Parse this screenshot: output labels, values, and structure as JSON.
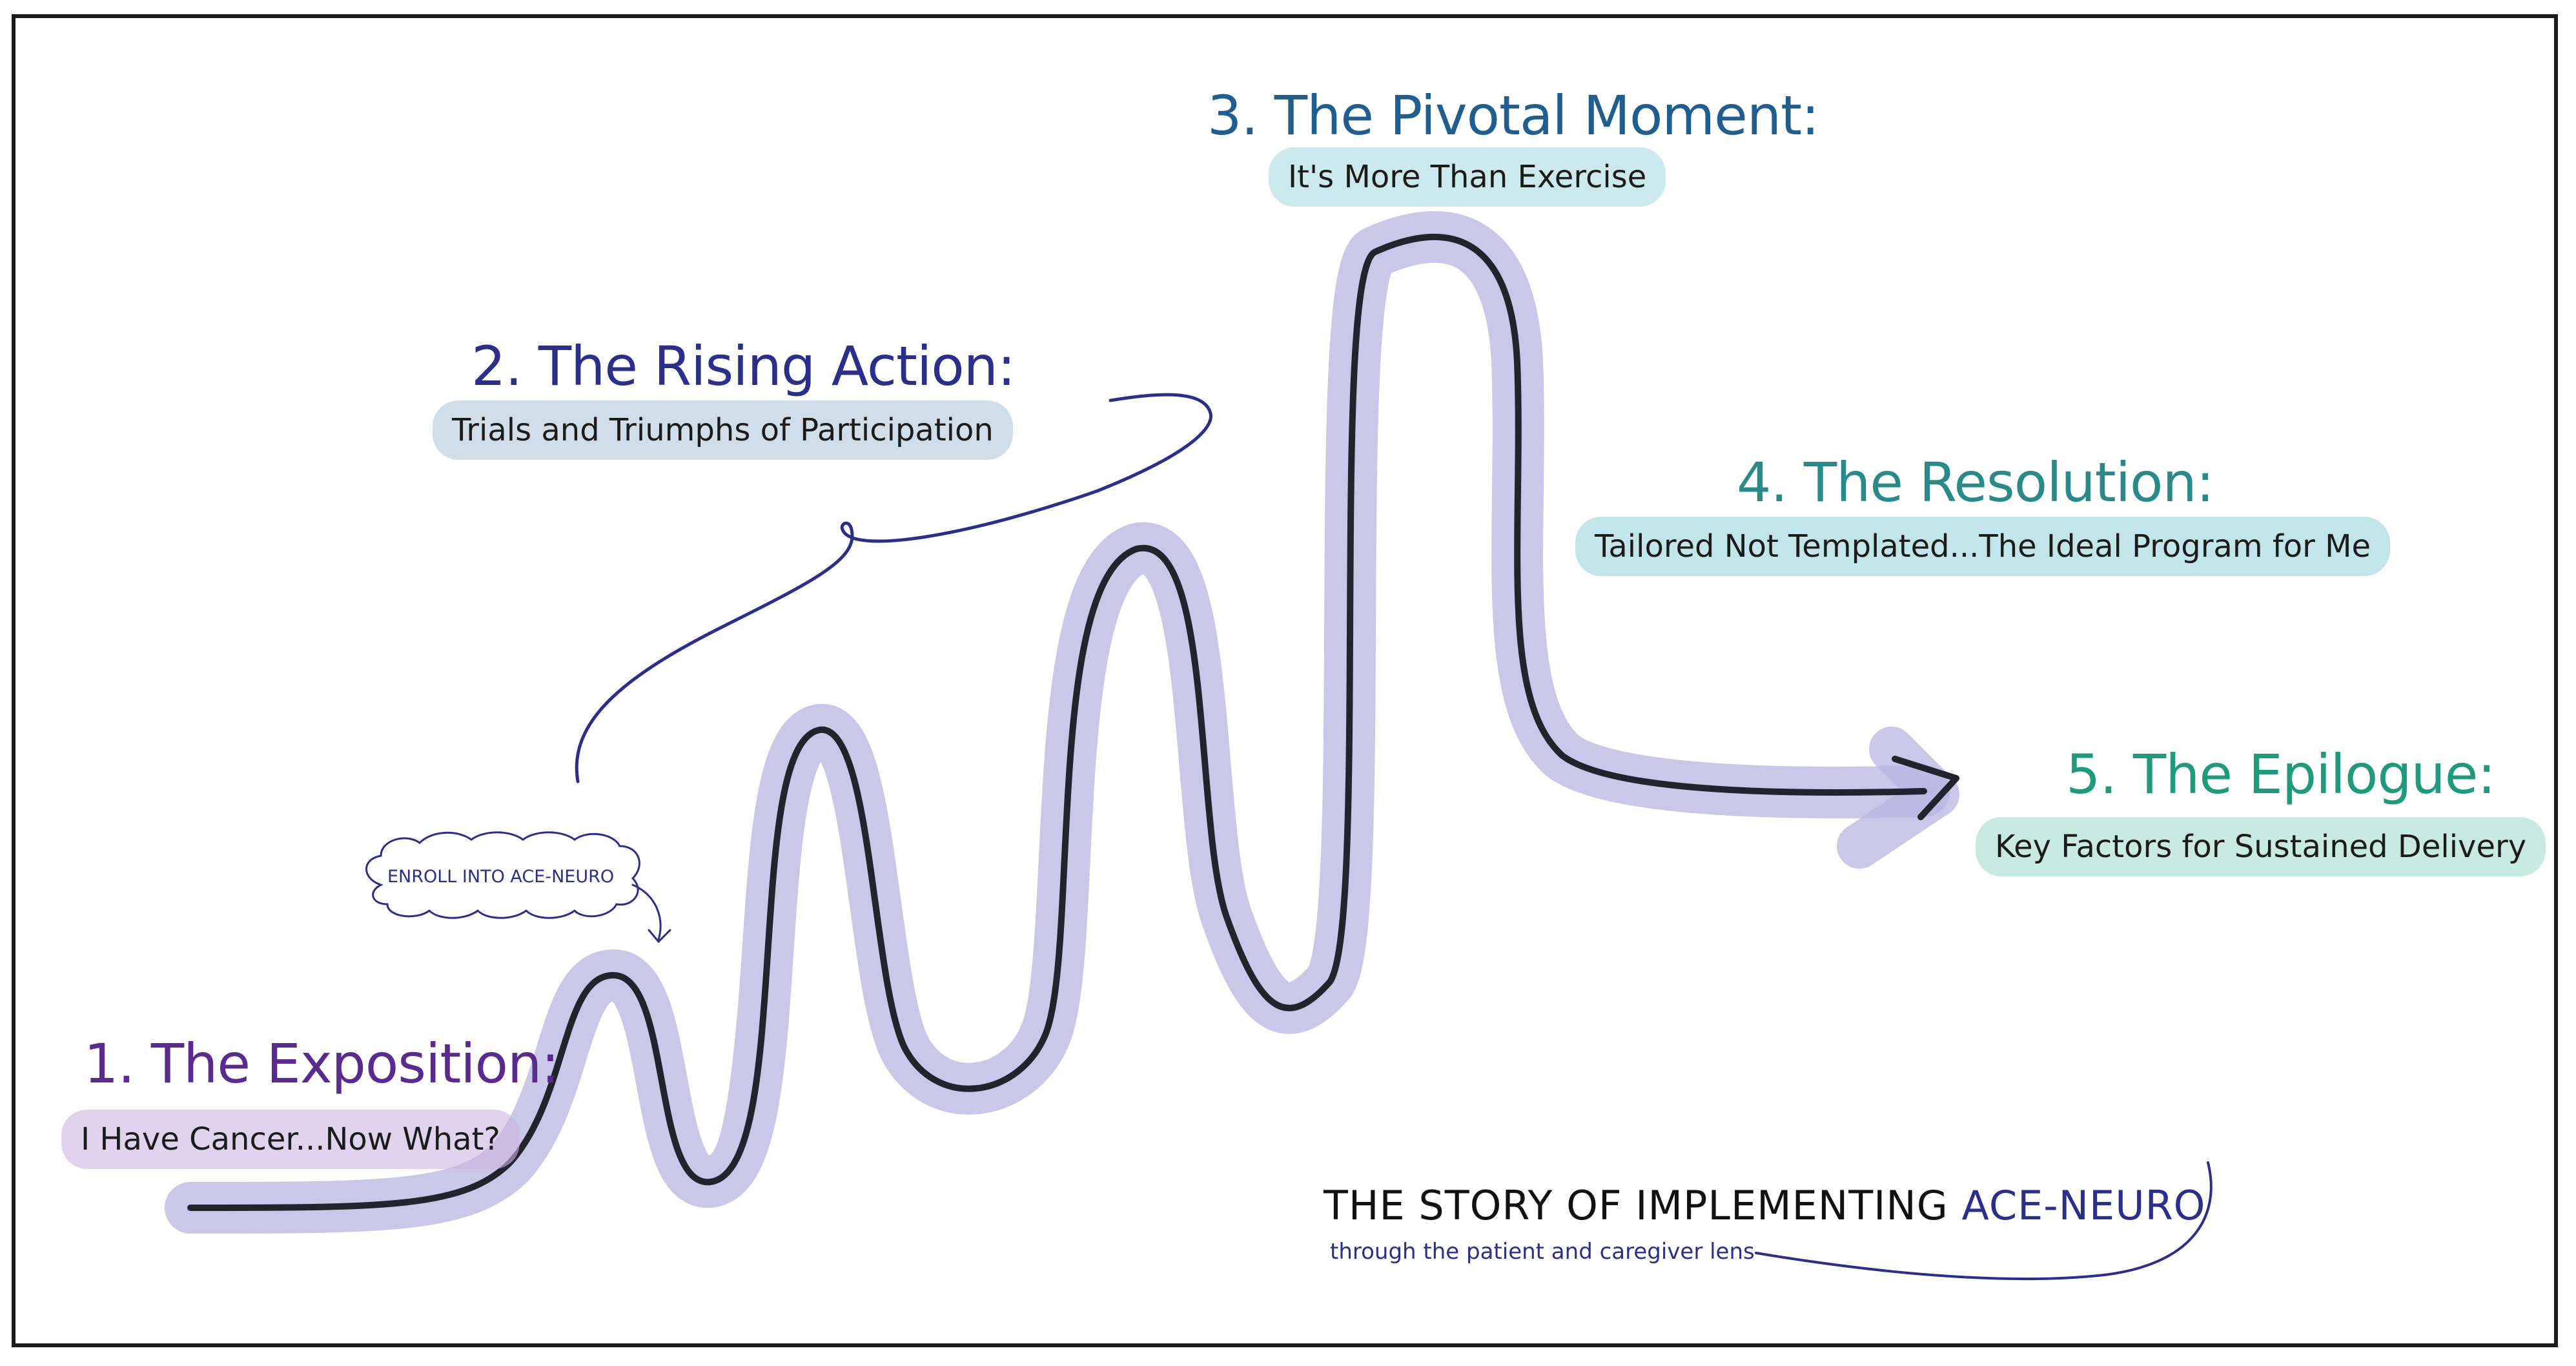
{
  "stages": [
    {
      "title": "1. The Exposition:",
      "subtitle": "I Have Cancer...Now What?"
    },
    {
      "title": "2. The Rising Action:",
      "subtitle": "Trials and Triumphs of Participation"
    },
    {
      "title": "3. The Pivotal Moment:",
      "subtitle": "It's More Than Exercise"
    },
    {
      "title": "4. The Resolution:",
      "subtitle": "Tailored Not Templated...The Ideal Program for Me"
    },
    {
      "title": "5. The Epilogue:",
      "subtitle": "Key Factors for Sustained Delivery"
    }
  ],
  "enroll_note": "ENROLL INTO ACE-NEURO",
  "caption": {
    "main_prefix": "THE STORY OF IMPLEMENTING",
    "main_accent": "ACE-NEURO",
    "sub": "through the patient and caregiver lens"
  },
  "colors": {
    "stage1": "#5a2a8e",
    "stage2": "#2b2f8a",
    "stage3": "#1f5e8e",
    "stage4": "#2a8a8a",
    "stage5": "#1f9a7d",
    "path_glow": "#b8b4e0",
    "path_line": "#23232e"
  }
}
